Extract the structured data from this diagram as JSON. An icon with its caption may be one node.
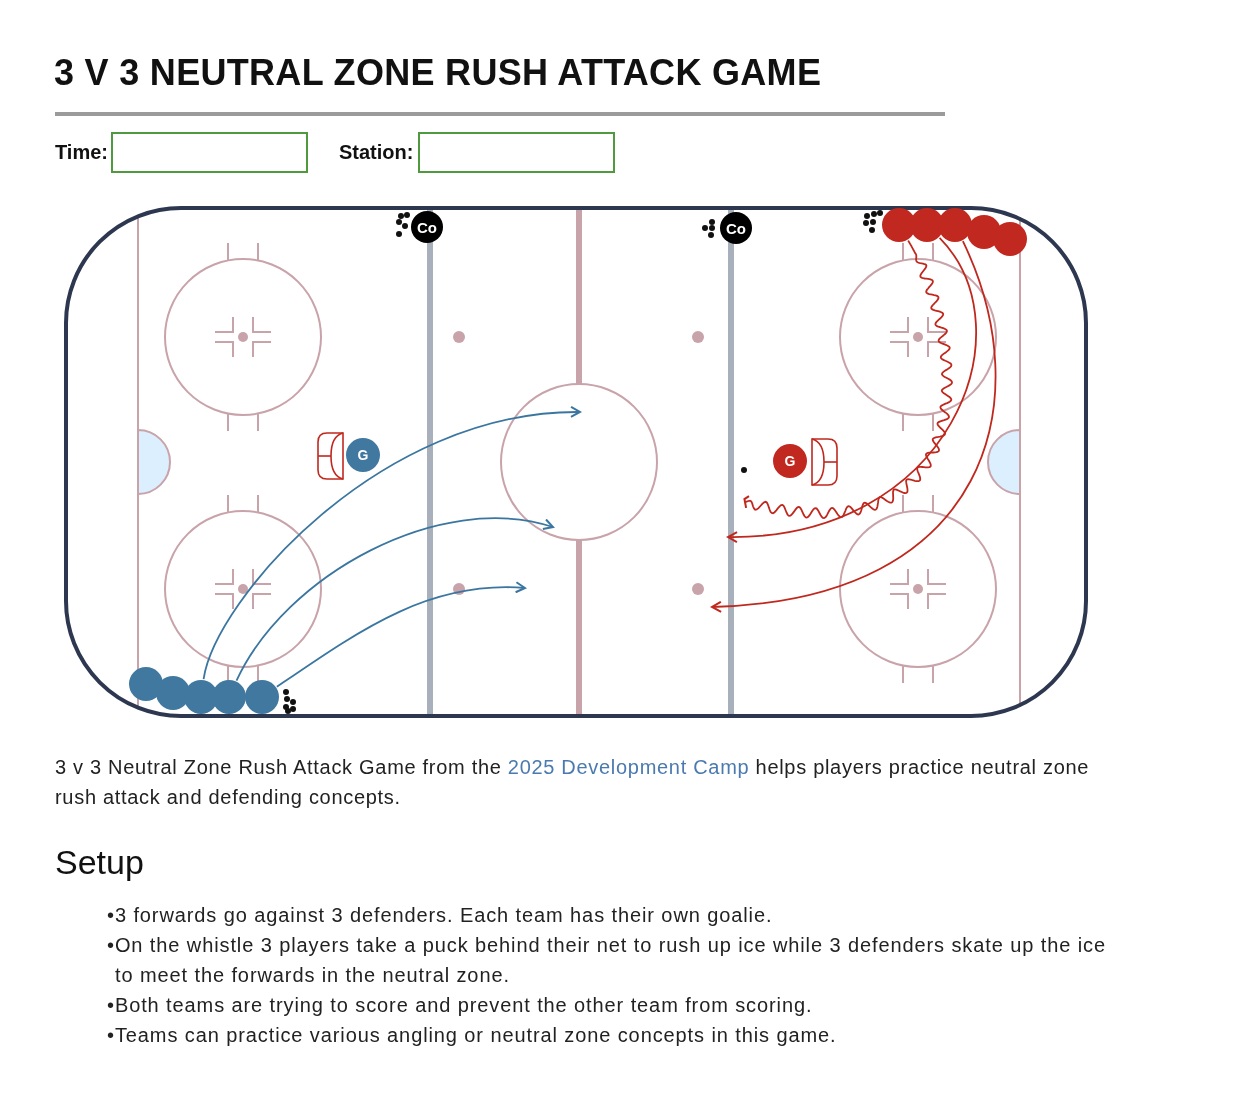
{
  "diagram": {
    "title": "3 V 3 NEUTRAL ZONE RUSH ATTACK GAME",
    "nodes": [
      {
        "text": [
          "Co"
        ]
      },
      {
        "text": [
          "Co"
        ]
      },
      {
        "text": [],
        "shape": "circle"
      },
      {
        "text": [],
        "shape": "circle"
      },
      {
        "text": [],
        "shape": "circle"
      },
      {
        "text": [],
        "shape": "circle"
      },
      {
        "text": [],
        "shape": "circle"
      },
      {
        "text": [
          "G"
        ]
      },
      {
        "text": [
          "G"
        ]
      },
      {
        "text": [],
        "shape": "circle"
      },
      {
        "text": [],
        "shape": "circle"
      },
      {
        "text": [],
        "shape": "circle"
      },
      {
        "text": [],
        "shape": "circle"
      },
      {
        "text": [],
        "shape": "circle"
      }
    ],
    "edges": [
      {
        "from": 2,
        "to": null,
        "arrow": "other",
        "color": "#c0281e"
      },
      {
        "from": 3,
        "to": null,
        "arrow": "to",
        "color": "#c0281e"
      },
      {
        "from": 4,
        "to": null,
        "arrow": "to",
        "color": "#c0281e"
      },
      {
        "from": 11,
        "to": null,
        "arrow": "to",
        "color": "#3a76a0"
      },
      {
        "from": 12,
        "to": null,
        "arrow": "to",
        "color": "#3a76a0"
      },
      {
        "from": 13,
        "to": null,
        "arrow": "to",
        "color": "#3a76a0"
      }
    ],
    "labels": [
      "Time:",
      "Station:",
      "3 v 3 Neutral Zone Rush Attack Game from the",
      "2025 Development Camp",
      "helps players practice neutral zone rush attack and defending concepts.",
      "Setup",
      "•3 forwards go against 3 defenders. Each team has their own goalie.",
      "•On the whistle 3 players take a puck behind their net to rush up ice while 3 defenders skate up the ice to meet the forwards in the neutral zone.",
      "•Both teams are trying to score and prevent the other team from scoring.",
      "•Teams can practice various angling or neutral zone concepts in this game."
    ]
  }
}
